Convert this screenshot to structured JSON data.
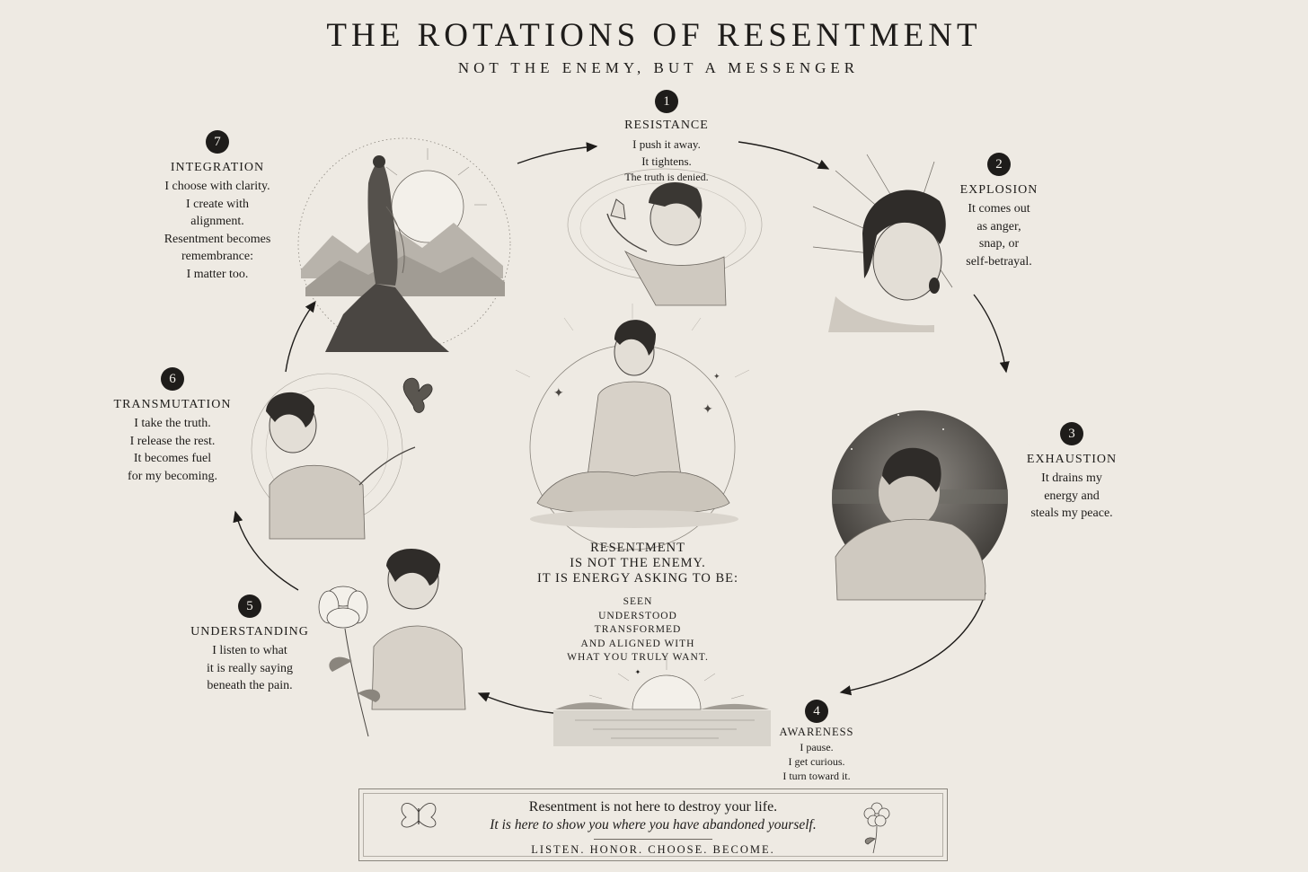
{
  "header": {
    "title": "THE ROTATIONS OF RESENTMENT",
    "subtitle": "NOT THE ENEMY, BUT A MESSENGER"
  },
  "stages": [
    {
      "number": "1",
      "name": "RESISTANCE",
      "lines": [
        "I push it away.",
        "It tightens.",
        "The truth is denied."
      ]
    },
    {
      "number": "2",
      "name": "EXPLOSION",
      "lines": [
        "It comes out",
        "as anger,",
        "snap, or",
        "self-betrayal."
      ]
    },
    {
      "number": "3",
      "name": "EXHAUSTION",
      "lines": [
        "It drains my",
        "energy and",
        "steals my peace."
      ]
    },
    {
      "number": "4",
      "name": "AWARENESS",
      "lines": [
        "I pause.",
        "I get curious.",
        "I turn toward it."
      ]
    },
    {
      "number": "5",
      "name": "UNDERSTANDING",
      "lines": [
        "I listen to what",
        "it is really saying",
        "beneath the pain."
      ]
    },
    {
      "number": "6",
      "name": "TRANSMUTATION",
      "lines": [
        "I take the truth.",
        "I release the rest.",
        "It becomes fuel",
        "for my becoming."
      ]
    },
    {
      "number": "7",
      "name": "INTEGRATION",
      "lines": [
        "I choose with clarity.",
        "I create with",
        "alignment.",
        "Resentment becomes",
        "remembrance:",
        "I matter too."
      ]
    }
  ],
  "center": {
    "heading": [
      "RESENTMENT",
      "IS NOT THE ENEMY.",
      "IT IS ENERGY ASKING TO BE:"
    ],
    "list": [
      "SEEN",
      "UNDERSTOOD",
      "TRANSFORMED",
      "AND ALIGNED WITH",
      "WHAT YOU TRULY WANT."
    ],
    "ornament": "✦"
  },
  "footer": {
    "line1": "Resentment is not here to destroy your life.",
    "line2": "It is here to show you where you have abandoned yourself.",
    "line3": "LISTEN. HONOR. CHOOSE. BECOME."
  },
  "colors": {
    "ink": "#1e1c1a",
    "paper": "#eeeae3"
  },
  "icons": [
    "butterfly-icon",
    "flower-icon"
  ]
}
